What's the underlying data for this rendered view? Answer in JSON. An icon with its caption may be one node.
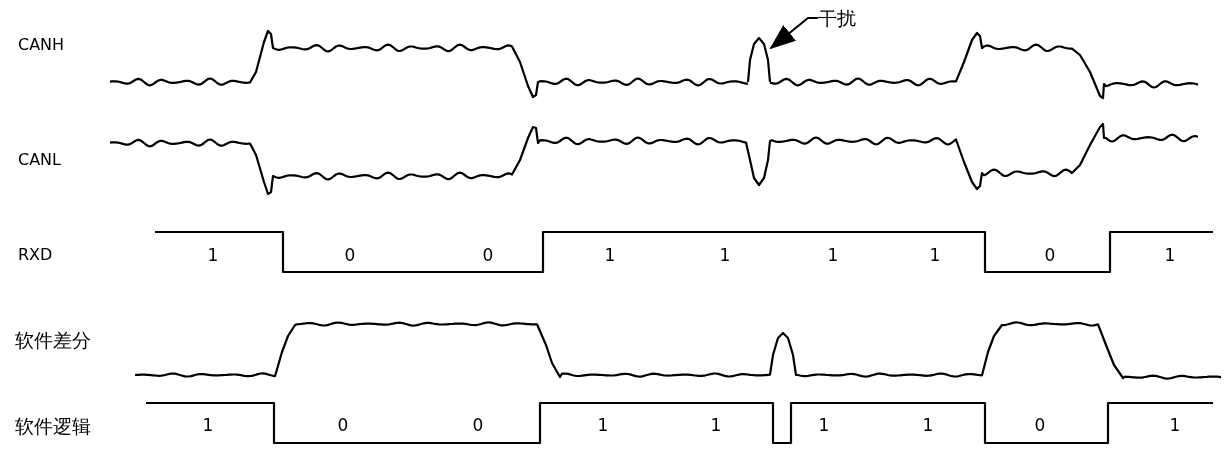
{
  "diagram": {
    "nodes": [
      {
        "text": [
          "干扰"
        ]
      },
      {
        "text": [],
        "shape": "spike"
      }
    ],
    "edges": [
      {
        "from": 0,
        "to": 1,
        "arrow": "to"
      }
    ],
    "labels": [
      "CANH",
      "CANL",
      "RXD",
      "1",
      "0",
      "0",
      "1",
      "1",
      "1",
      "1",
      "0",
      "1",
      "软件差分",
      "软件逻辑",
      "1",
      "0",
      "0",
      "1",
      "1",
      "1",
      "1",
      "0",
      "1"
    ]
  }
}
